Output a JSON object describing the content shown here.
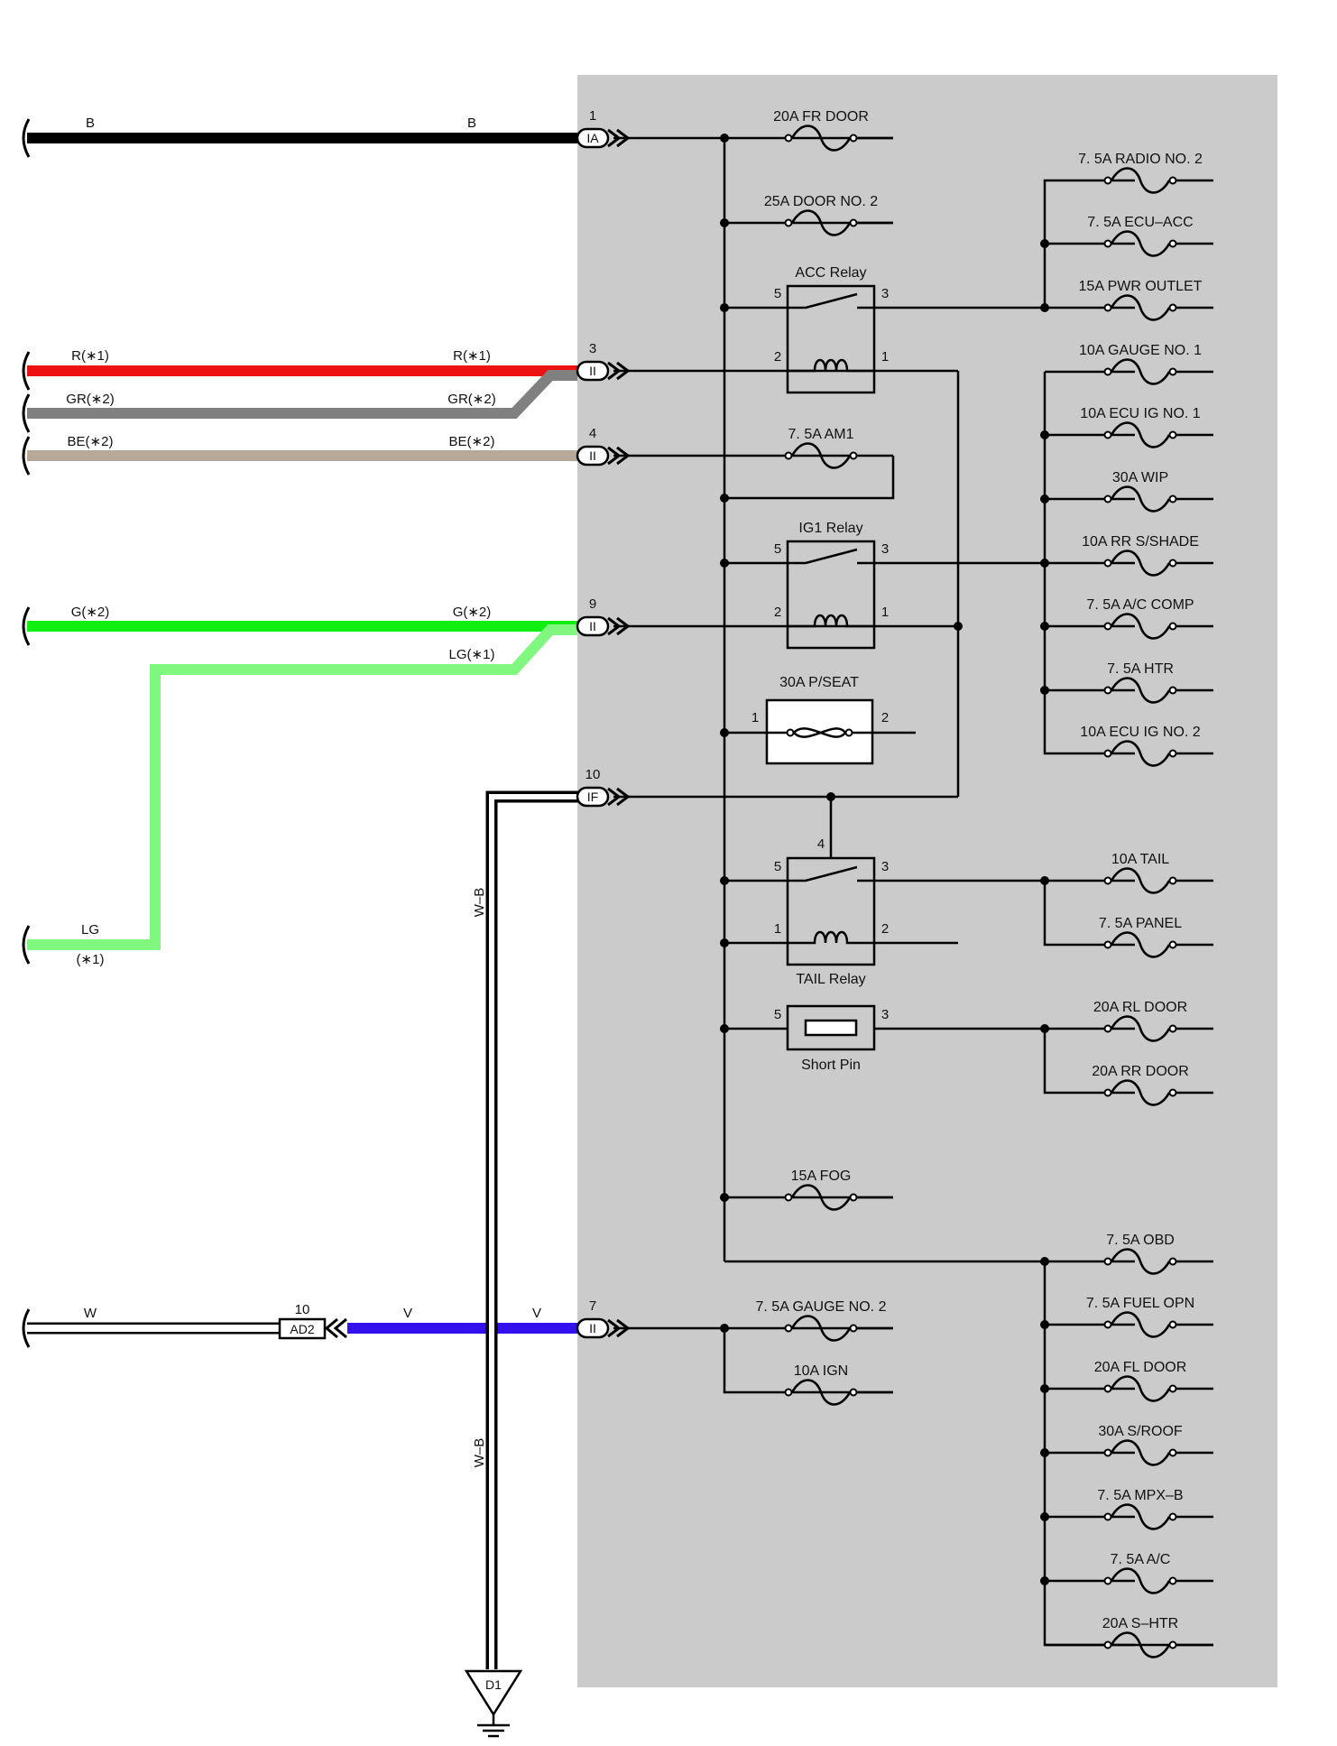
{
  "colors": {
    "panel": "#cbcbcb",
    "wire_b": "#000000",
    "wire_r": "#ee1111",
    "wire_gr": "#808080",
    "wire_be": "#b8a898",
    "wire_g": "#11ee11",
    "wire_lg": "#80f880",
    "wire_v": "#3311ee",
    "wire_w": "#ffffff",
    "line": "#000000"
  },
  "connectors": {
    "ia_1": {
      "pin": "1",
      "code": "IA"
    },
    "ii_3": {
      "pin": "3",
      "code": "II"
    },
    "ii_4": {
      "pin": "4",
      "code": "II"
    },
    "ii_9": {
      "pin": "9",
      "code": "II"
    },
    "if_10": {
      "pin": "10",
      "code": "IF"
    },
    "ii_7": {
      "pin": "7",
      "code": "II"
    },
    "ad2": {
      "pin": "10",
      "code": "AD2"
    },
    "ground": {
      "code": "D1"
    }
  },
  "wires": {
    "b_left": "B",
    "b_right": "B",
    "r_left": "R(∗1)",
    "r_right": "R(∗1)",
    "gr_left": "GR(∗2)",
    "gr_right": "GR(∗2)",
    "be_left": "BE(∗2)",
    "be_right": "BE(∗2)",
    "g_left": "G(∗2)",
    "g_right": "G(∗2)",
    "lg_mid": "LG(∗1)",
    "lg_left": "LG",
    "lg_note": "(∗1)",
    "w_left": "W",
    "v_left": "V",
    "v_right": "V",
    "wb_upper": "W–B",
    "wb_lower": "W–B"
  },
  "relays": {
    "acc": {
      "name": "ACC Relay",
      "p5": "5",
      "p3": "3",
      "p2": "2",
      "p1": "1"
    },
    "ig1": {
      "name": "IG1 Relay",
      "p5": "5",
      "p3": "3",
      "p2": "2",
      "p1": "1"
    },
    "tail": {
      "name": "TAIL Relay",
      "p4": "4",
      "p5": "5",
      "p3": "3",
      "p1": "1",
      "p2": "2"
    }
  },
  "pseat": {
    "name": "30A P/SEAT",
    "p1": "1",
    "p2": "2"
  },
  "short_pin": {
    "name": "Short Pin",
    "p5": "5",
    "p3": "3"
  },
  "fuses": {
    "fr_door": "20A FR DOOR",
    "door_no2": "25A DOOR NO. 2",
    "am1": "7. 5A AM1",
    "fog": "15A FOG",
    "gauge_no2": "7. 5A GAUGE NO. 2",
    "ign": "10A IGN",
    "radio_no2": "7. 5A RADIO NO. 2",
    "ecu_acc": "7. 5A ECU–ACC",
    "pwr_outlet": "15A PWR OUTLET",
    "gauge_no1": "10A GAUGE NO. 1",
    "ecu_ig_no1": "10A ECU IG NO. 1",
    "wip": "30A WIP",
    "rr_sshade": "10A RR S/SHADE",
    "ac_comp": "7. 5A A/C COMP",
    "htr": "7. 5A HTR",
    "ecu_ig_no2": "10A ECU IG NO. 2",
    "tail": "10A TAIL",
    "panel": "7. 5A PANEL",
    "rl_door": "20A RL DOOR",
    "rr_door": "20A RR DOOR",
    "obd": "7. 5A OBD",
    "fuel_opn": "7. 5A FUEL OPN",
    "fl_door": "20A FL DOOR",
    "sroof": "30A S/ROOF",
    "mpx_b": "7. 5A MPX–B",
    "ac": "7. 5A A/C",
    "s_htr": "20A S–HTR"
  }
}
